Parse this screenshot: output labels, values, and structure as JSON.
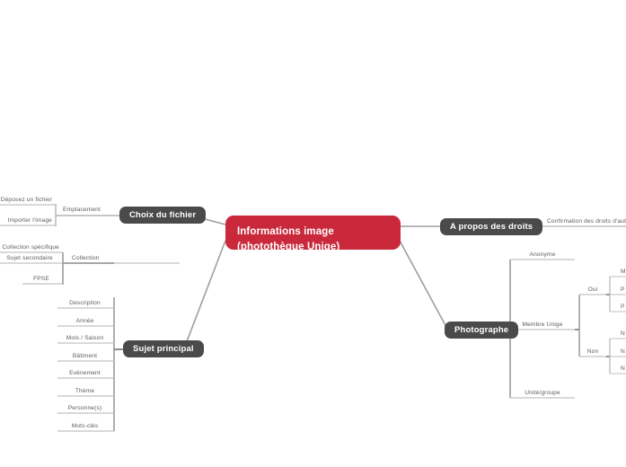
{
  "map": {
    "title": "Informations image (photothèque Unige)",
    "colors": {
      "root": "#c9293b",
      "branch": "#4a4a4a",
      "line": "#9e9e9e",
      "leaf_line": "#c2c2c2",
      "text": "#5d5d5d",
      "background": "#ffffff"
    }
  },
  "root": {
    "label": "Informations image (photothèque Unige)"
  },
  "branches": {
    "choix_du_fichier": {
      "label": "Choix du fichier",
      "edge_label": "Emplacement",
      "children": [
        {
          "label": "Déposez un fichier"
        },
        {
          "label": "Importer l'image"
        }
      ]
    },
    "sujet_principal": {
      "label": "Sujet principal",
      "collection_label": "Collection",
      "collection_children": [
        {
          "label": "Collection spécifique"
        },
        {
          "label": "Sujet secondaire"
        },
        {
          "label": "FPSE"
        }
      ],
      "children": [
        {
          "label": "Description"
        },
        {
          "label": "Année"
        },
        {
          "label": "Mois / Saison"
        },
        {
          "label": "Bâtiment"
        },
        {
          "label": "Evènement"
        },
        {
          "label": "Thème"
        },
        {
          "label": "Personne(s)"
        },
        {
          "label": "Mots-clés"
        }
      ]
    },
    "a_propos_des_droits": {
      "label": "A propos des droits",
      "children": [
        {
          "label": "Confirmation des droits d'auteur"
        }
      ]
    },
    "photographe": {
      "label": "Photographe",
      "children": [
        {
          "label": "Anonyme"
        },
        {
          "label": "Membre Unige"
        },
        {
          "label": "Unité/groupe"
        }
      ],
      "membre_unige": {
        "oui": {
          "label": "Oui",
          "children": [
            {
              "label": "M"
            },
            {
              "label": "P"
            },
            {
              "label": "P"
            }
          ]
        },
        "non": {
          "label": "Non",
          "children": [
            {
              "label": "N"
            },
            {
              "label": "N"
            },
            {
              "label": "N"
            }
          ]
        }
      }
    }
  }
}
